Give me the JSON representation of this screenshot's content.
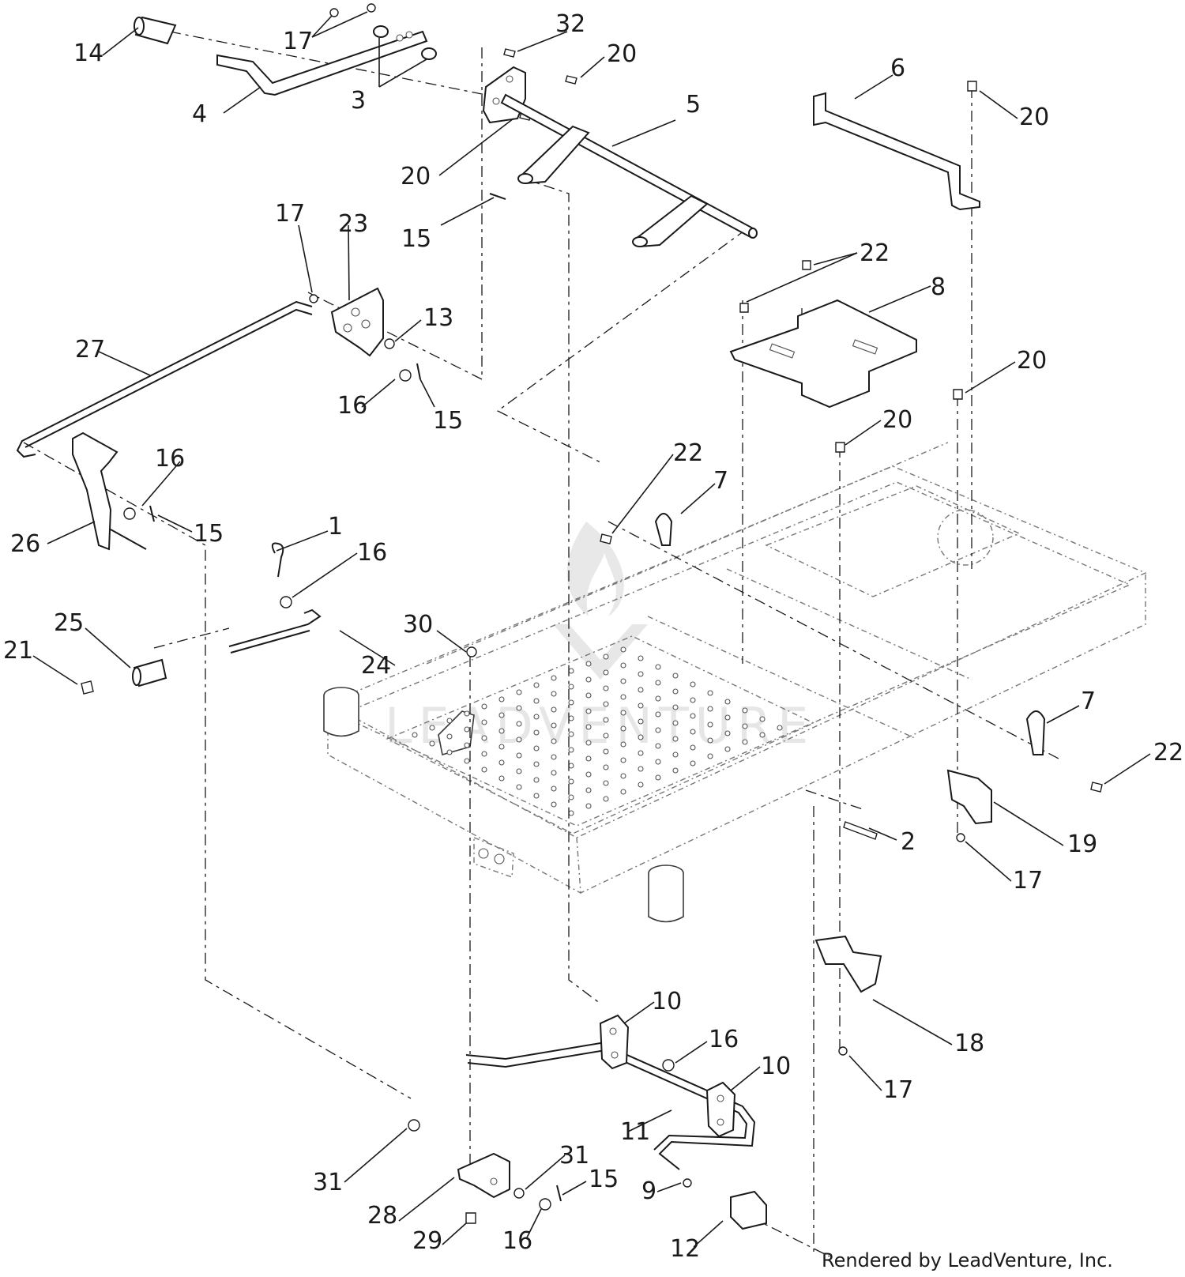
{
  "diagram": {
    "callouts": [
      "1",
      "2",
      "3",
      "4",
      "5",
      "6",
      "7",
      "8",
      "9",
      "10",
      "11",
      "12",
      "13",
      "14",
      "15",
      "16",
      "17",
      "18",
      "19",
      "20",
      "21",
      "22",
      "23",
      "24",
      "25",
      "26",
      "27",
      "28",
      "29",
      "30",
      "31",
      "32"
    ]
  },
  "watermark": {
    "text": "LEADVENTURE"
  },
  "credit": {
    "text": "Rendered by LeadVenture, Inc."
  }
}
